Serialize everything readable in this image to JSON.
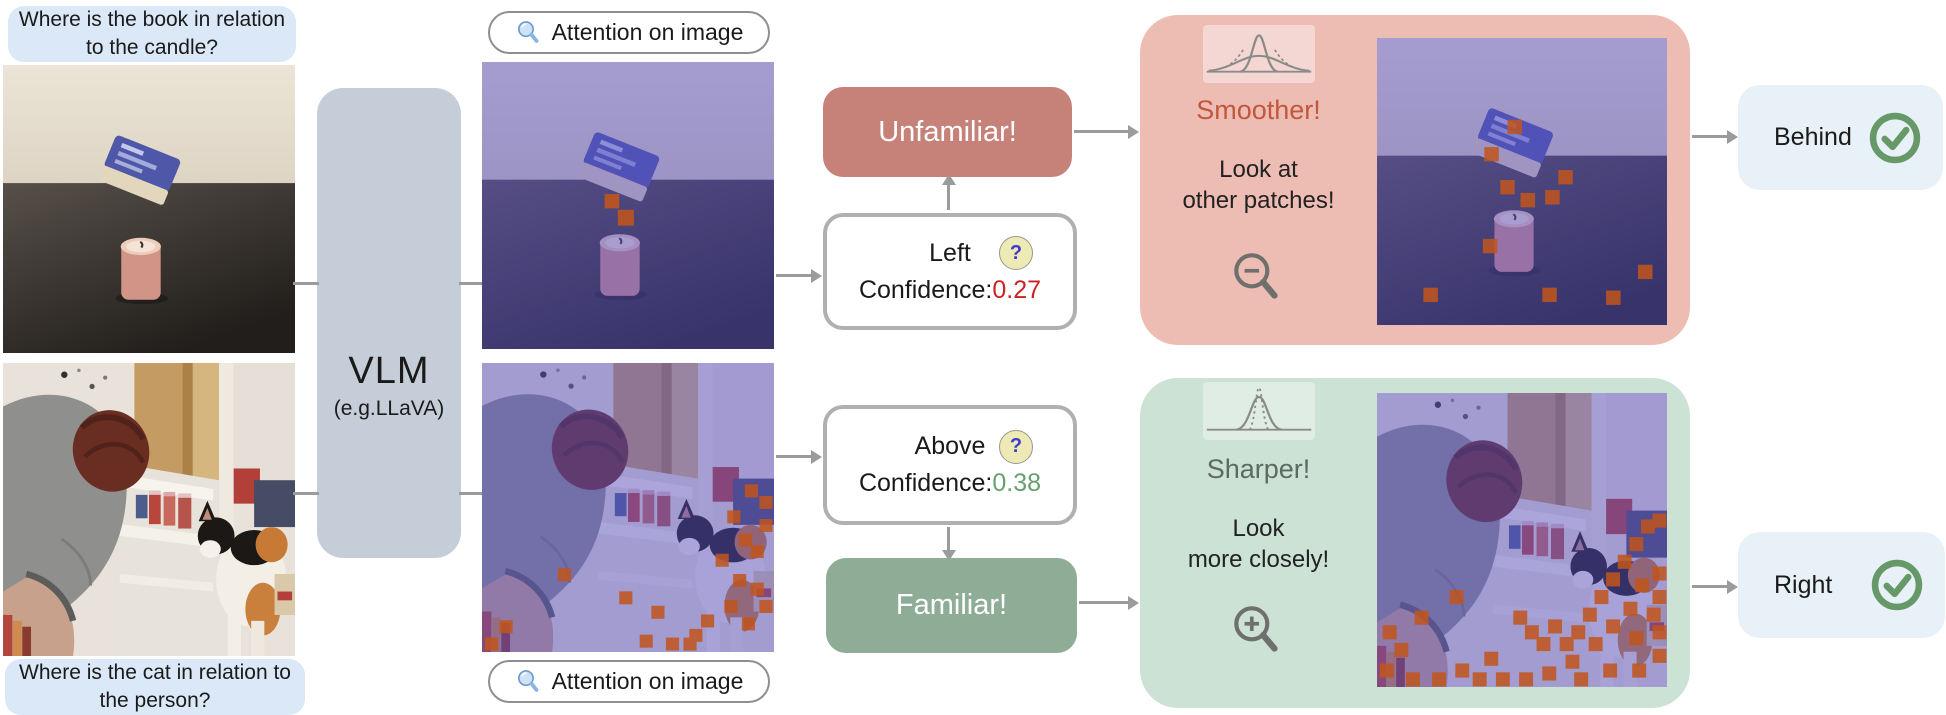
{
  "questions": {
    "top": "Where is the book in relation to the candle?",
    "bottom": "Where is the cat in relation to the person?"
  },
  "vlm": {
    "title": "VLM",
    "subtitle": "(e.g.LLaVA)"
  },
  "attention": {
    "top_label": "Attention on image",
    "bottom_label": "Attention on image"
  },
  "predictions": {
    "top": {
      "answer": "Left",
      "confidence_label": "Confidence:",
      "confidence_value": "0.27",
      "status": "Unfamiliar!"
    },
    "bottom": {
      "answer": "Above",
      "confidence_label": "Confidence:",
      "confidence_value": "0.38",
      "status": "Familiar!"
    }
  },
  "feedback": {
    "top": {
      "headline": "Smoother!",
      "line1": "Look at",
      "line2": "other patches!"
    },
    "bottom": {
      "headline": "Sharper!",
      "line1": "Look",
      "line2": "more closely!"
    }
  },
  "final": {
    "top": "Behind",
    "bottom": "Right"
  },
  "icons": {
    "attention_magnifier": "magnifier",
    "question_glyph": "?",
    "zoom_out_glyph": "−",
    "zoom_in_glyph": "+",
    "check_glyph": "✓",
    "smoother_curve": "wide-bell-distribution",
    "sharper_curve": "narrow-bell-distribution"
  },
  "colors": {
    "bubble_bg": "#dbe8f7",
    "vlm_box_bg": "#c5ced8",
    "unfamiliar_bg": "#c68179",
    "familiar_bg": "#8fad96",
    "panel_pink_bg": "#edbdb4",
    "panel_green_bg": "#cce2d4",
    "answer_bg": "#e8f1f8",
    "confidence_low": "#cc2222",
    "confidence_high": "#67a06f",
    "smoother_text": "#c2573e",
    "sharper_text": "#5d6a63",
    "check_green": "#679868",
    "attention_patch": "#c2551c",
    "arrow_gray": "#9b9b9b"
  }
}
